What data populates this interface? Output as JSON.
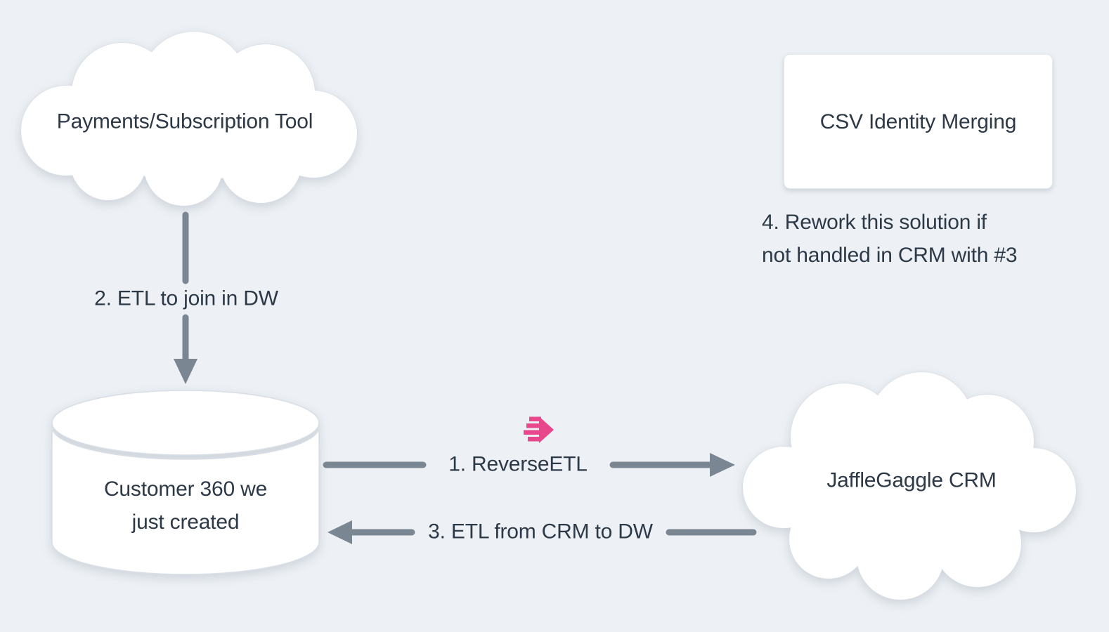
{
  "colors": {
    "bg": "#edf1f5",
    "text": "#2d3947",
    "arrow": "#7b8693",
    "pink": "#e8488b",
    "shape_fill": "#ffffff",
    "shape_border": "#d9dfe6"
  },
  "nodes": {
    "payments_cloud": {
      "label": "Payments/Subscription Tool"
    },
    "csv_card": {
      "label": "CSV Identity Merging"
    },
    "customer_db": {
      "line1": "Customer 360 we",
      "line2": "just created"
    },
    "crm_cloud": {
      "label": "JaffleGaggle CRM"
    }
  },
  "edges": {
    "etl_to_dw": {
      "label": "2. ETL to join in DW"
    },
    "reverse_etl": {
      "label": "1. ReverseETL"
    },
    "etl_from_crm": {
      "label": "3. ETL from CRM to DW"
    }
  },
  "annotations": {
    "rework_note": {
      "line1": "4. Rework this solution if",
      "line2": "not handled in CRM with #3"
    }
  },
  "icons": {
    "hightouch_logo": "hightouch-speed-arrow-icon"
  }
}
